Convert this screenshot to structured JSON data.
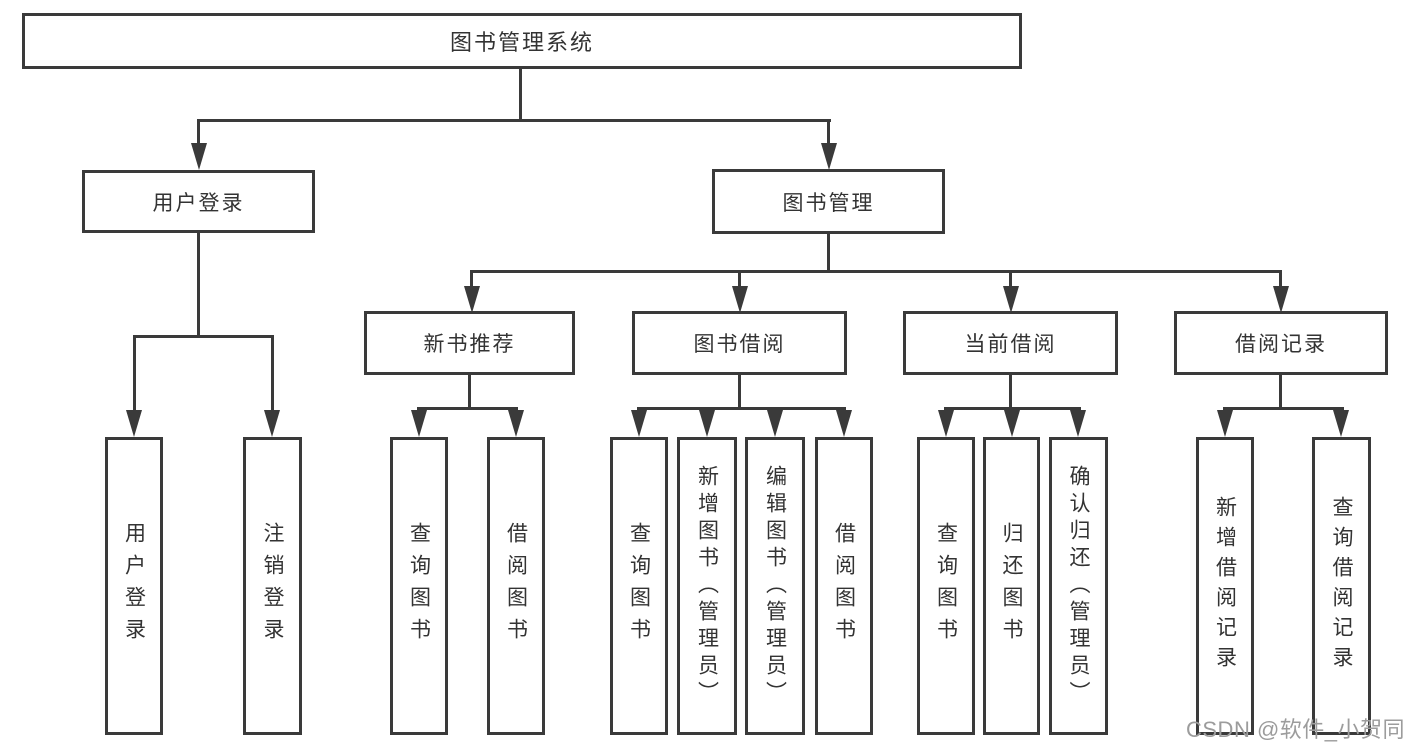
{
  "diagram": {
    "type": "tree",
    "title": "图书管理系统",
    "nodes": {
      "root": {
        "label": "图书管理系统"
      },
      "user_login": {
        "label": "用户登录"
      },
      "book_mgmt": {
        "label": "图书管理"
      },
      "ul_login": {
        "label": "用户登录"
      },
      "ul_logout": {
        "label": "注销登录"
      },
      "new_book_rec": {
        "label": "新书推荐"
      },
      "book_borrow": {
        "label": "图书借阅"
      },
      "current_borrow": {
        "label": "当前借阅"
      },
      "borrow_records": {
        "label": "借阅记录"
      },
      "nbr_query": {
        "label": "查询图书"
      },
      "nbr_borrow": {
        "label": "借阅图书"
      },
      "bb_query": {
        "label": "查询图书"
      },
      "bb_add": {
        "label": "新增图书（管理员）"
      },
      "bb_edit": {
        "label": "编辑图书（管理员）"
      },
      "bb_borrow": {
        "label": "借阅图书"
      },
      "cb_query": {
        "label": "查询图书"
      },
      "cb_return": {
        "label": "归还图书"
      },
      "cb_confirm": {
        "label": "确认归还（管理员）"
      },
      "br_add": {
        "label": "新增借阅记录"
      },
      "br_query": {
        "label": "查询借阅记录"
      }
    },
    "structure": {
      "图书管理系统": {
        "用户登录": [
          "用户登录",
          "注销登录"
        ],
        "图书管理": {
          "新书推荐": [
            "查询图书",
            "借阅图书"
          ],
          "图书借阅": [
            "查询图书",
            "新增图书（管理员）",
            "编辑图书（管理员）",
            "借阅图书"
          ],
          "当前借阅": [
            "查询图书",
            "归还图书",
            "确认归还（管理员）"
          ],
          "借阅记录": [
            "新增借阅记录",
            "查询借阅记录"
          ]
        }
      }
    },
    "colors": {
      "line": "#3a3a3a",
      "text": "#333333",
      "box_background": "#ffffff",
      "page_background": "#ffffff",
      "watermark": "#9c9c9c"
    }
  },
  "watermark": {
    "text": "CSDN @软件_小贺同学"
  }
}
